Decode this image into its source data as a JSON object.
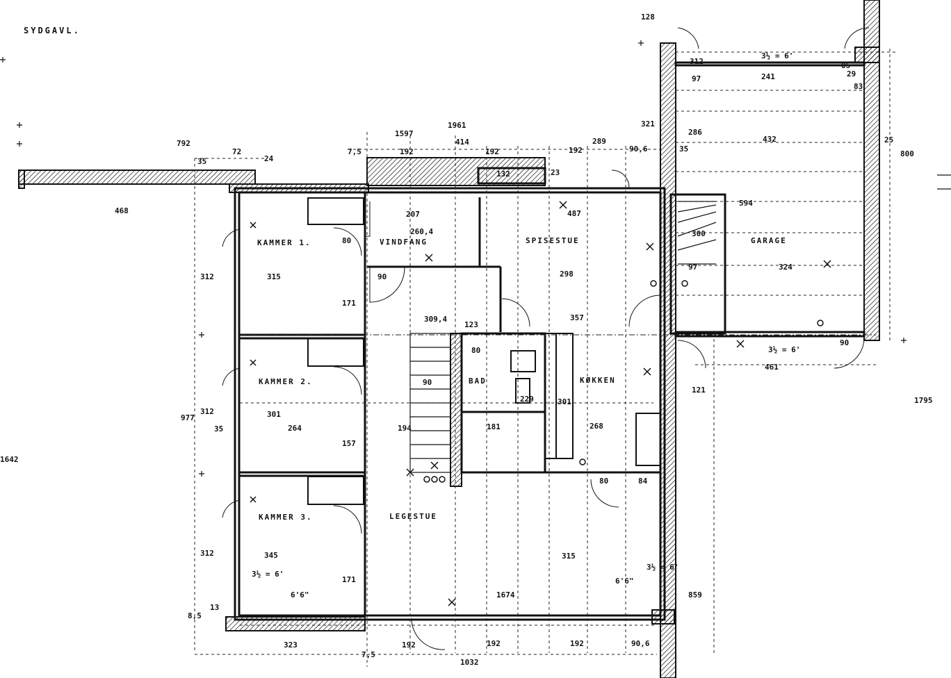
{
  "title": "SYDGAVL.",
  "rooms": {
    "kammer1": "KAMMER 1.",
    "kammer2": "KAMMER 2.",
    "kammer3": "KAMMER 3.",
    "vindfang": "VINDFANG",
    "spisestue": "SPISESTUE",
    "garage": "GARAGE",
    "bad": "BAD",
    "kokken": "KØKKEN",
    "legestue": "LEGESTUE"
  },
  "dimensions": {
    "d1961": "1961",
    "d1597": "1597",
    "d414": "414",
    "d792": "792",
    "d72": "72",
    "d24": "24",
    "d35a": "35",
    "d75a": "7,5",
    "d192a": "192",
    "d192b": "192",
    "d192c": "192",
    "d289": "289",
    "d906a": "90,6",
    "d35b": "35",
    "d321": "321",
    "d128": "128",
    "d468": "468",
    "d132": "132",
    "d23a": "23",
    "d207": "207",
    "d2604": "260,4",
    "d487": "487",
    "d286": "286",
    "d432": "432",
    "d594": "594",
    "d800": "800",
    "d241": "241",
    "d97a": "97",
    "d312ft": "3½ = 6'",
    "d97b": "97",
    "d324": "324",
    "d300": "300",
    "d298": "298",
    "d315a": "315",
    "d312a": "312",
    "d90a": "90",
    "d171a": "171",
    "d80a": "80",
    "d3094": "309,4",
    "d123": "123",
    "d357": "357",
    "d80b": "80",
    "d90b": "90",
    "d229": "229",
    "d301a": "301",
    "d301b": "301",
    "d264": "264",
    "d157": "157",
    "d977": "977",
    "d312b": "312",
    "d35c": "35",
    "d194": "194",
    "d181": "181",
    "d268": "268",
    "d461": "461",
    "d90c": "90",
    "d312ft2": "3½ = 6'",
    "d1795": "1795",
    "d1642": "1642",
    "d80c": "80",
    "d84": "84",
    "d315b": "315",
    "d345": "345",
    "d171b": "171",
    "d312c": "312",
    "d66": "6'6\"",
    "d1674": "1674",
    "d66b": "6'6\"",
    "d312ft3": "3½ = 6'",
    "d312ft4": "3½ = 6'",
    "d859": "859",
    "d323": "323",
    "d13": "13",
    "d85": "8,5",
    "d75b": "7,5",
    "d192d": "192",
    "d192e": "192",
    "d192f": "192",
    "d906b": "90,6",
    "d1032": "1032",
    "d121": "121",
    "d25": "25",
    "d29": "29",
    "d83": "83",
    "d85b": "85",
    "d312d": "312"
  }
}
